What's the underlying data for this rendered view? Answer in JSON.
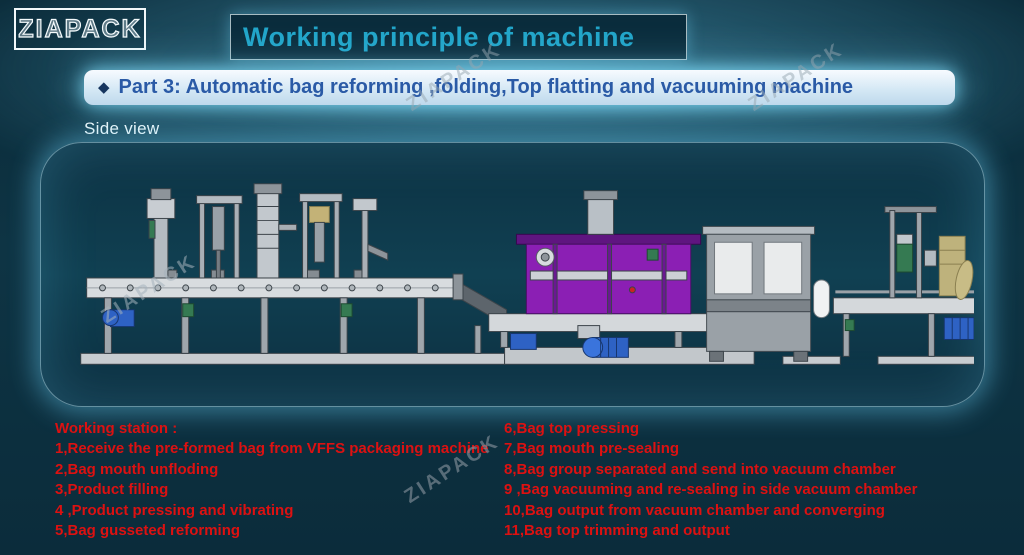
{
  "colors": {
    "background": "#0e3444",
    "header_title": "#21a5c9",
    "subtitle_text": "#2a5aa6",
    "station_list_red": "#dd1111",
    "panel_glow_cyan": "#6ed7ff",
    "machine_purple": "#8b1fb4",
    "machine_motor_blue": "#2e62c4",
    "machine_green": "#357a52",
    "machine_tan": "#beb27c"
  },
  "logo": {
    "text": "ZIAPACK"
  },
  "header": {
    "title": "Working principle of machine"
  },
  "subtitle": {
    "bullet": "◆",
    "text": "Part 3: Automatic bag reforming ,folding,Top flatting and vacuuming machine"
  },
  "diagram": {
    "view_label": "Side view",
    "watermark": "ZIAPACK"
  },
  "working_stations": {
    "heading": "Working station :",
    "left": [
      "1,Receive the pre-formed bag from VFFS packaging machine",
      "2,Bag mouth unfloding",
      "3,Product filling",
      "4 ,Product pressing and vibrating",
      "5,Bag gusseted reforming"
    ],
    "right": [
      "6,Bag top pressing",
      "7,Bag mouth pre-sealing",
      "8,Bag group separated and send into vacuum chamber",
      "9 ,Bag vacuuming and re-sealing in side vacuum chamber",
      "10,Bag output from vacuum chamber and converging",
      "11,Bag top trimming and output"
    ]
  }
}
